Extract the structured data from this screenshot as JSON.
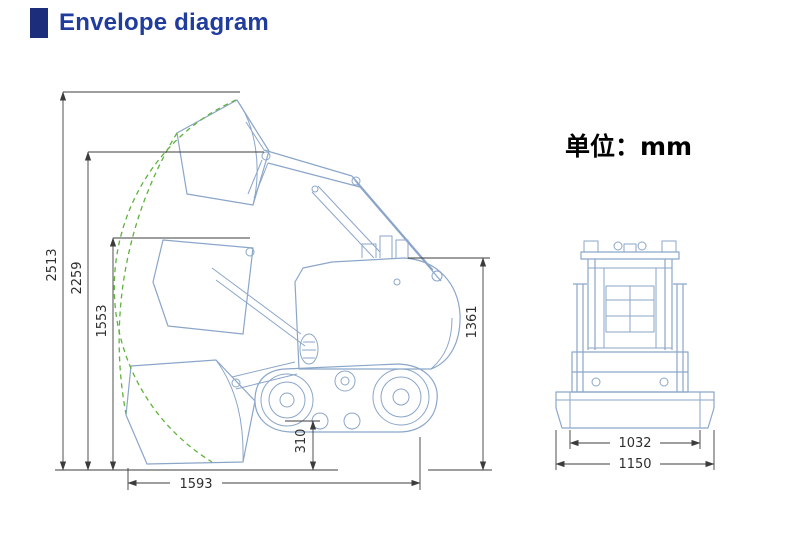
{
  "header": {
    "title": "Envelope diagram"
  },
  "diagram": {
    "unit_label": "单位：mm",
    "side_view": {
      "dims": {
        "max_lift_height": "2513",
        "hinge_pin_height": "2259",
        "dump_height": "1553",
        "machine_height": "1361",
        "ground_clearance": "310",
        "overall_length": "1593"
      }
    },
    "front_view": {
      "dims": {
        "bucket_width": "1032",
        "overall_width": "1150"
      }
    }
  },
  "colors": {
    "title": "#203c9c",
    "title_block": "#1c2e7b",
    "machine_line": "#8ba6c9",
    "envelope": "#5fb33c",
    "dimension": "#3c3c3c"
  }
}
